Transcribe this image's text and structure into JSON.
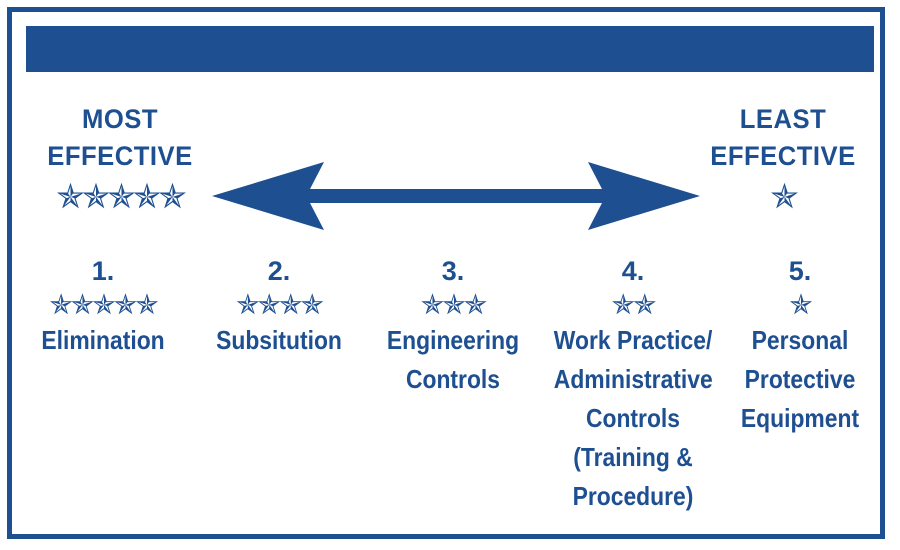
{
  "title": "",
  "colors": {
    "primary": "#1d4f91",
    "background": "#ffffff"
  },
  "most": {
    "line1": "MOST",
    "line2": "EFFECTIVE",
    "stars": "✯✯✯✯✯"
  },
  "least": {
    "line1": "LEAST",
    "line2": "EFFECTIVE",
    "stars": "✯"
  },
  "arrow_icon": "double-headed-arrow-icon",
  "controls": [
    {
      "number": "1.",
      "stars": "✯✯✯✯✯",
      "rating": 5,
      "lines": [
        "Elimination"
      ]
    },
    {
      "number": "2.",
      "stars": "✯✯✯✯",
      "rating": 4,
      "lines": [
        "Subsitution"
      ]
    },
    {
      "number": "3.",
      "stars": "✯✯✯",
      "rating": 3,
      "lines": [
        "Engineering",
        "Controls"
      ]
    },
    {
      "number": "4.",
      "stars": "✯✯",
      "rating": 2,
      "lines": [
        "Work Practice/",
        "Administrative",
        "Controls",
        "(Training &",
        "Procedure)"
      ]
    },
    {
      "number": "5.",
      "stars": "✯",
      "rating": 1,
      "lines": [
        "Personal",
        "Protective",
        "Equipment"
      ]
    }
  ]
}
